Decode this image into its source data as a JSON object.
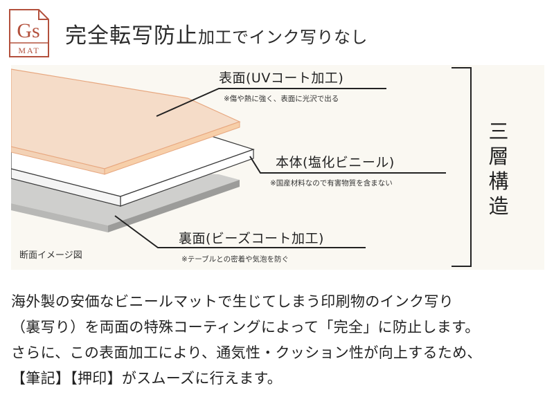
{
  "brand": {
    "logo_letters": "Gs",
    "logo_sub": "MAT",
    "colors": {
      "brand": "#b3503c",
      "tan": "#f5dcc8"
    }
  },
  "headline": {
    "part1": "完全転写防止",
    "part2": "加工でインク写りなし"
  },
  "diagram": {
    "top_layer": {
      "title": "表面(UVコート加工)",
      "note": "※傷や熱に強く、表面に光沢で出る"
    },
    "middle_layer": {
      "title": "本体(塩化ビニール)",
      "note": "※国産材料なので有害物質を含まない"
    },
    "bottom_layer": {
      "title": "裏面(ビーズコート加工)",
      "note": "※テーブルとの密着や気泡を防ぐ"
    },
    "caption": "断面イメージ図",
    "bracket_label": "三層構造"
  },
  "body": {
    "lines": [
      "海外製の安価なビニールマットで生じてしまう印刷物のインク写り",
      "（裏写り）を両面の特殊コーティングによって「完全」に防止します。",
      "さらに、この表面加工により、通気性・クッション性が向上するため、",
      "【筆記】【押印】がスムーズに行えます。"
    ]
  }
}
